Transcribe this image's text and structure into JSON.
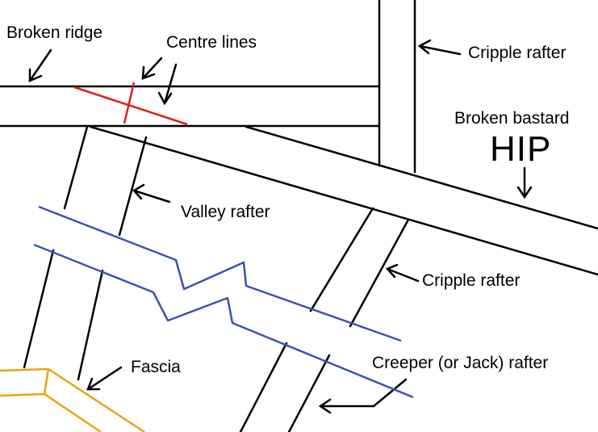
{
  "labels": {
    "broken_ridge": "Broken ridge",
    "centre_lines": "Centre lines",
    "cripple_rafter_top": "Cripple rafter",
    "broken_bastard": "Broken bastard",
    "hip": "HIP",
    "valley_rafter": "Valley rafter",
    "cripple_rafter_mid": "Cripple rafter",
    "fascia": "Fascia",
    "creeper_rafter": "Creeper (or Jack) rafter"
  },
  "colors": {
    "framing_lines": "#000000",
    "centre_lines": "#e01e1e",
    "creeper_outline": "#3f4fb8",
    "fascia": "#e8a317",
    "background": "#ffffff"
  }
}
